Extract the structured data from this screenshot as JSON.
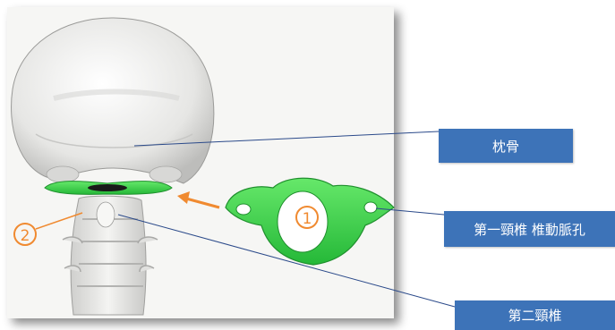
{
  "labels": {
    "occipital": "枕骨",
    "atlas": "第一頸椎 椎動脈孔",
    "axis": "第二頸椎"
  },
  "markers": {
    "one": "1",
    "two": "2"
  },
  "colors": {
    "label_bg": "#3d73b8",
    "atlas_green": "#3fd24a",
    "arrow_orange": "#f08a30",
    "leader_line": "#2b4a8a",
    "bone": "#e8e8e6"
  }
}
